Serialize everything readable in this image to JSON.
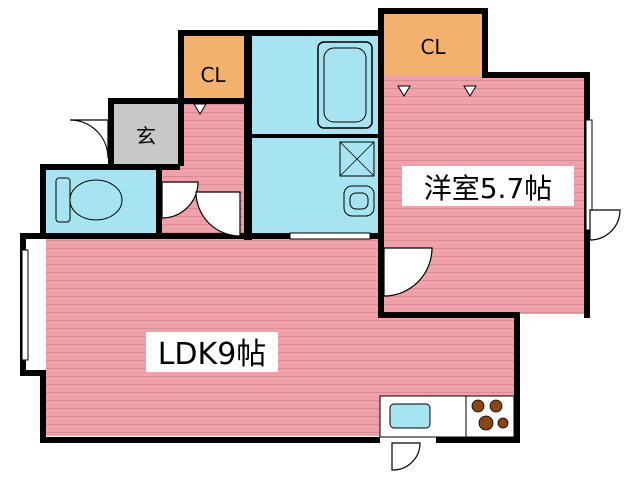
{
  "rooms": {
    "ldk": "LDK9帖",
    "bedroom": "洋室5.7帖",
    "entrance": "玄",
    "closet_left": "CL",
    "closet_right": "CL"
  },
  "colors": {
    "floor_pink": "#f0a0a8",
    "floor_stripe": "#d98a93",
    "wet_area": "#a6e4f2",
    "entrance_gray": "#c8c8c8",
    "closet_orange": "#f2b26e",
    "wall": "#000000",
    "kitchen_burner": "#8b4513"
  },
  "icons": {
    "bathtub": "bathtub-icon",
    "toilet": "toilet-icon",
    "washbasin": "washbasin-icon",
    "sink": "kitchen-sink-icon",
    "stove": "stove-burners-icon"
  }
}
